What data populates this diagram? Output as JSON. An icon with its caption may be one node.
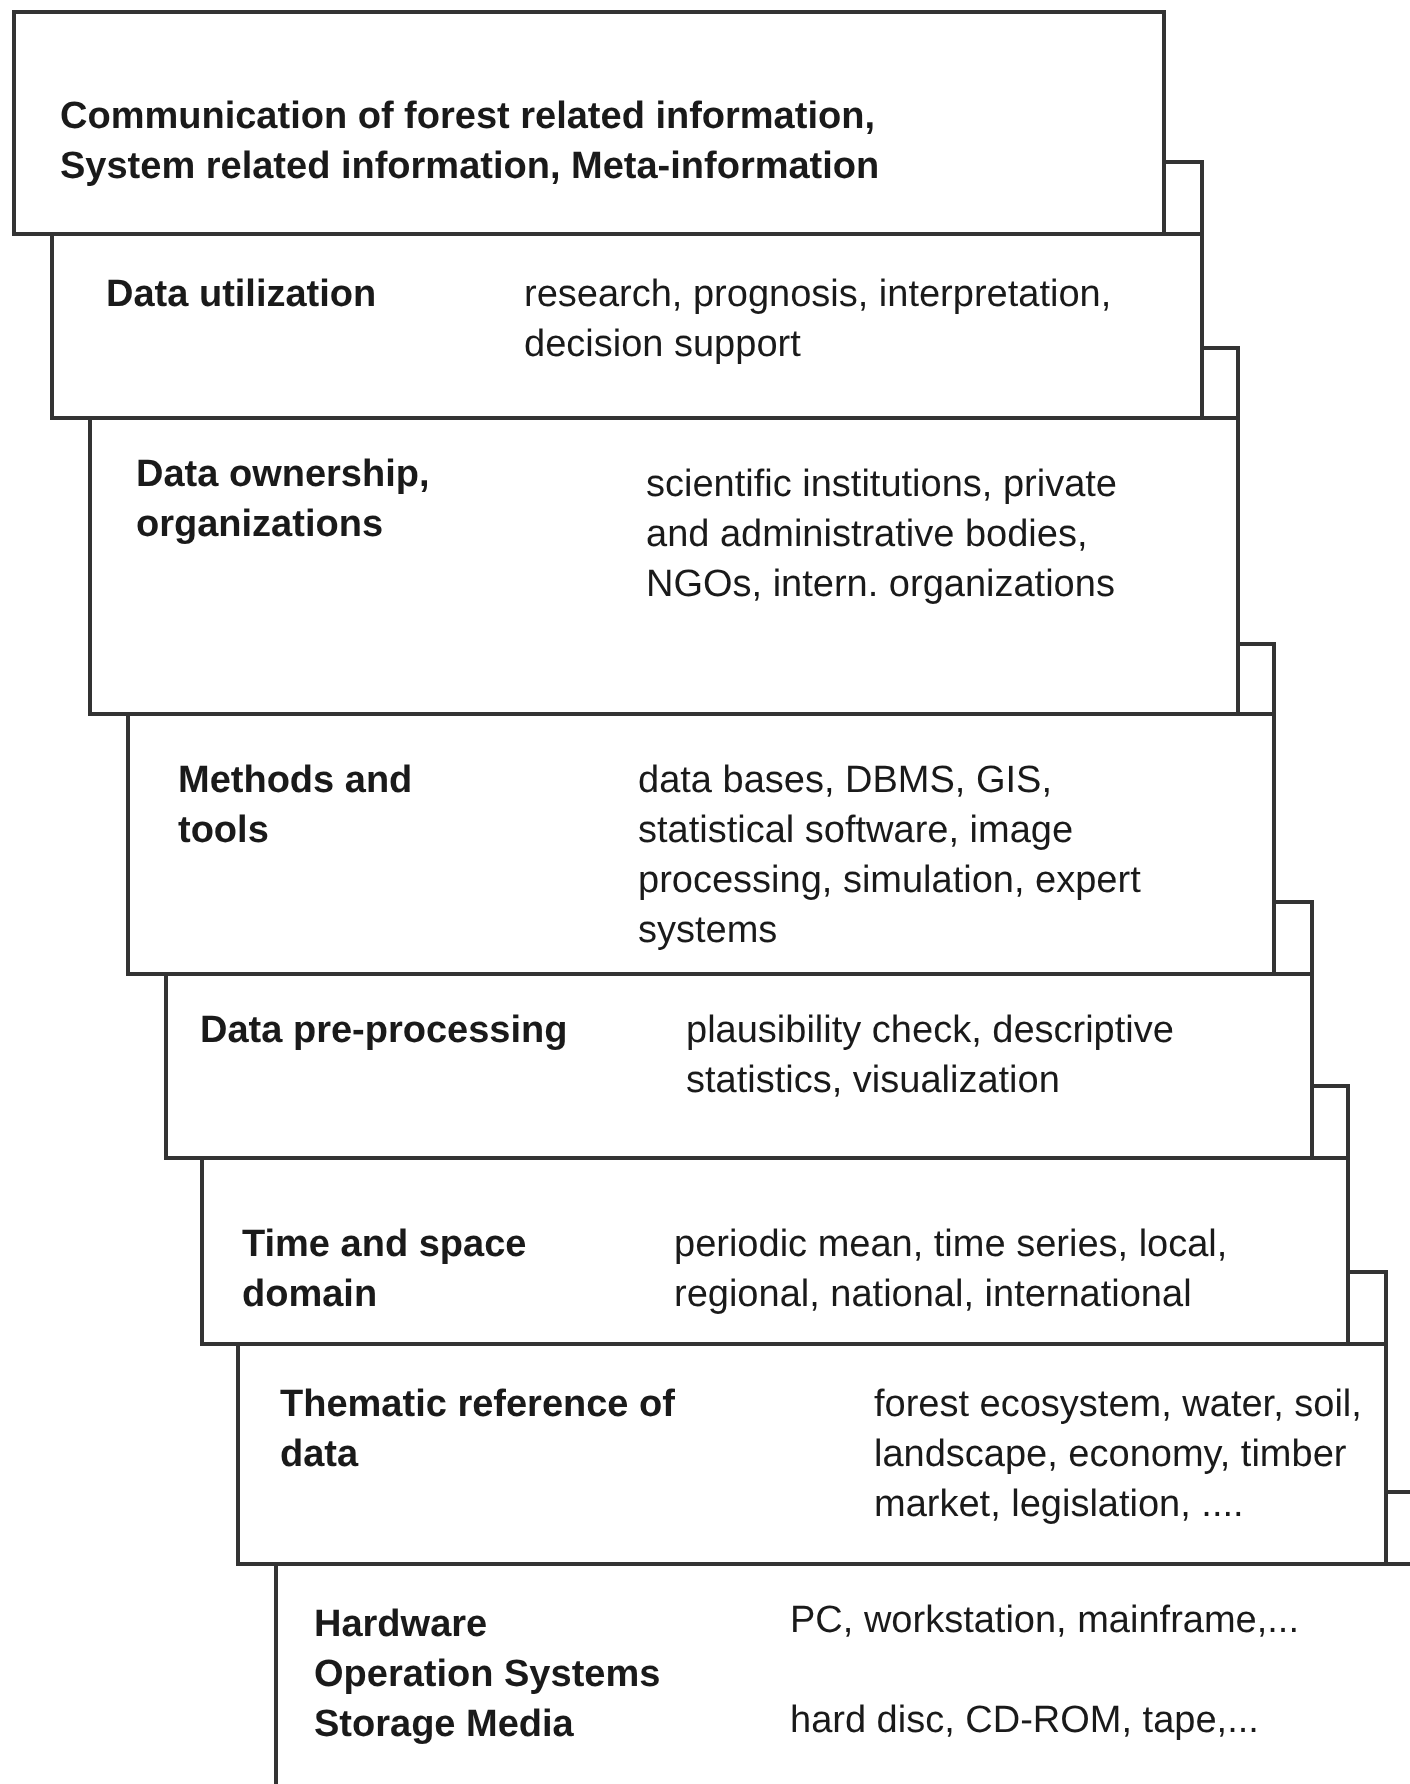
{
  "diagram": {
    "nodes": [
      {
        "text": [
          "Communication of forest related information, System related information, Meta-information"
        ]
      },
      {
        "text": [
          "Data utilization",
          "research, prognosis, interpretation, decision support"
        ]
      },
      {
        "text": [
          "Data ownership, organizations",
          "scientific institutions, private and administrative bodies, NGOs, intern. organizations"
        ]
      },
      {
        "text": [
          "Methods and tools",
          "data bases, DBMS, GIS, statistical software, image processing, simulation, expert systems"
        ]
      },
      {
        "text": [
          "Data pre-processing",
          "plausibility check, descriptive statistics, visualization"
        ]
      },
      {
        "text": [
          "Time and space domain",
          "periodic mean, time series, local, regional, national, international"
        ]
      },
      {
        "text": [
          "Thematic reference of data",
          "forest ecosystem, water, soil, landscape, economy, timber market, legislation, ...."
        ]
      },
      {
        "text": [
          "Hardware",
          "Operation Systems",
          "Storage Media",
          "PC, workstation, mainframe,...",
          "hard disc, CD-ROM, tape,..."
        ]
      }
    ]
  }
}
